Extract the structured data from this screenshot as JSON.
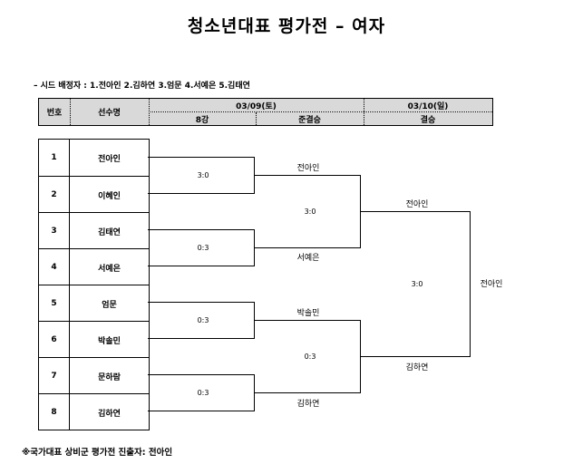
{
  "title": "청소년대표 평가전 – 여자",
  "seed_line": "– 시드 배정자 : 1.전아인 2.김하연 3.엄문 4.서예은 5.김태연",
  "header": {
    "no_label": "번호",
    "player_label": "선수명",
    "date1": "03/09(토)",
    "date2": "03/10(일)",
    "round1": "8강",
    "round2": "준결승",
    "round3": "결승"
  },
  "players": [
    {
      "no": "1",
      "name": "전아인"
    },
    {
      "no": "2",
      "name": "이혜인"
    },
    {
      "no": "3",
      "name": "김태연"
    },
    {
      "no": "4",
      "name": "서예은"
    },
    {
      "no": "5",
      "name": "엄문"
    },
    {
      "no": "6",
      "name": "박솔민"
    },
    {
      "no": "7",
      "name": "문하람"
    },
    {
      "no": "8",
      "name": "김하연"
    }
  ],
  "quarterfinals": [
    {
      "score": "3:0",
      "winner": "전아인"
    },
    {
      "score": "0:3",
      "winner": "서예은"
    },
    {
      "score": "0:3",
      "winner": "박솔민"
    },
    {
      "score": "0:3",
      "winner": "김하연"
    }
  ],
  "semifinals": [
    {
      "score": "3:0",
      "winner": "전아인"
    },
    {
      "score": "0:3",
      "winner": "김하연"
    }
  ],
  "final": {
    "score": "3:0",
    "winner": "전아인"
  },
  "footer": "※국가대표 상비군 평가전 진출자: 전아인"
}
